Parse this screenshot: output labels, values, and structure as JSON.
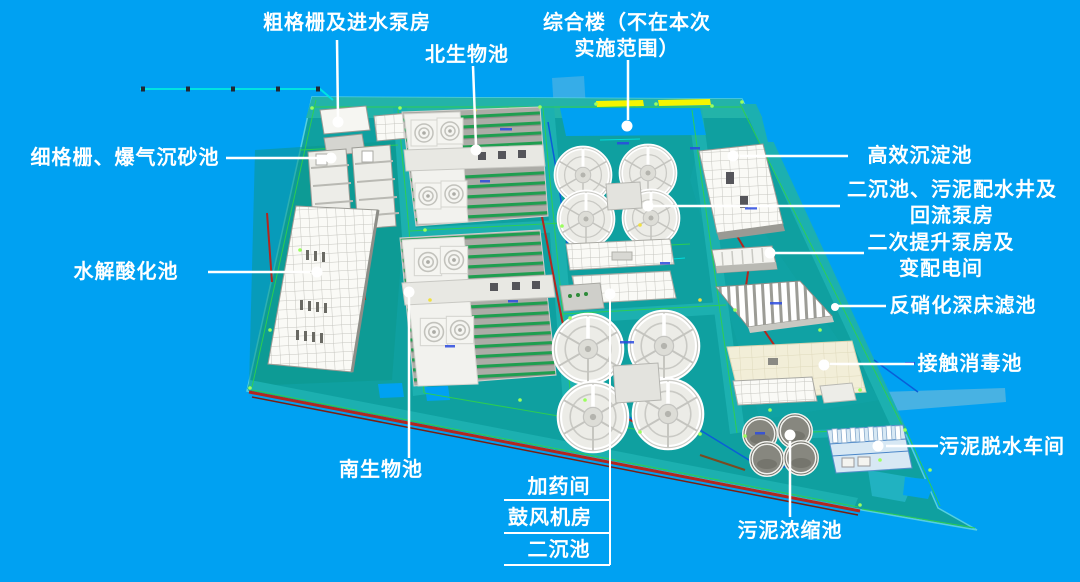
{
  "labels": {
    "coarse_screen": "粗格栅及进水泵房",
    "north_bio": "北生物池",
    "complex_line1": "综合楼（不在本次",
    "complex_line2": "实施范围）",
    "fine_screen": "细格栅、爆气沉砂池",
    "hydrolysis": "水解酸化池",
    "high_eff_sed": "高效沉淀池",
    "sec_sed_line1": "二沉池、污泥配水井及",
    "sec_sed_line2": "回流泵房",
    "lift_line1": "二次提升泵房及",
    "lift_line2": "变配电间",
    "denit_filter": "反硝化深床滤池",
    "contact_disinfect": "接触消毒池",
    "sludge_dewater": "污泥脱水车间",
    "south_bio": "南生物池",
    "dosing": "加药间",
    "blower": "鼓风机房",
    "sec_sed_small": "二沉池",
    "sludge_thickener": "污泥浓缩池"
  },
  "colors": {
    "sea_background": "#00A1F2",
    "site_teal": "#0FA0A0",
    "building_white": "#FFFFFF",
    "contact_tank_cream": "#F2EED8",
    "marker_yellow": "#F5F500",
    "pipe_red": "#B3261E",
    "road_line_green": "#2FD14B",
    "survey_line_cyan": "#00E2E2",
    "label_text": "#FFFFFF"
  }
}
